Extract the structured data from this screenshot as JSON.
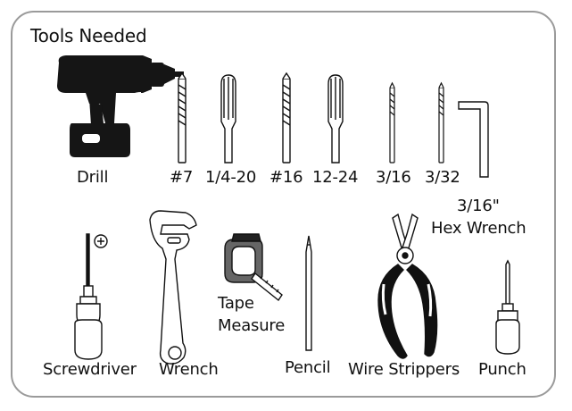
{
  "card": {
    "title": "Tools Needed",
    "labels": {
      "drill": "Drill",
      "bit_7": "#7",
      "tap_1_4_20": "1/4-20",
      "bit_16": "#16",
      "tap_12_24": "12-24",
      "bit_3_16": "3/16",
      "bit_3_32": "3/32",
      "hex_size": "3/16\"",
      "hex_name": "Hex Wrench",
      "screwdriver": "Screwdriver",
      "wrench": "Wrench",
      "tape_line1": "Tape",
      "tape_line2": "Measure",
      "pencil": "Pencil",
      "wire_strippers": "Wire Strippers",
      "punch": "Punch"
    }
  }
}
